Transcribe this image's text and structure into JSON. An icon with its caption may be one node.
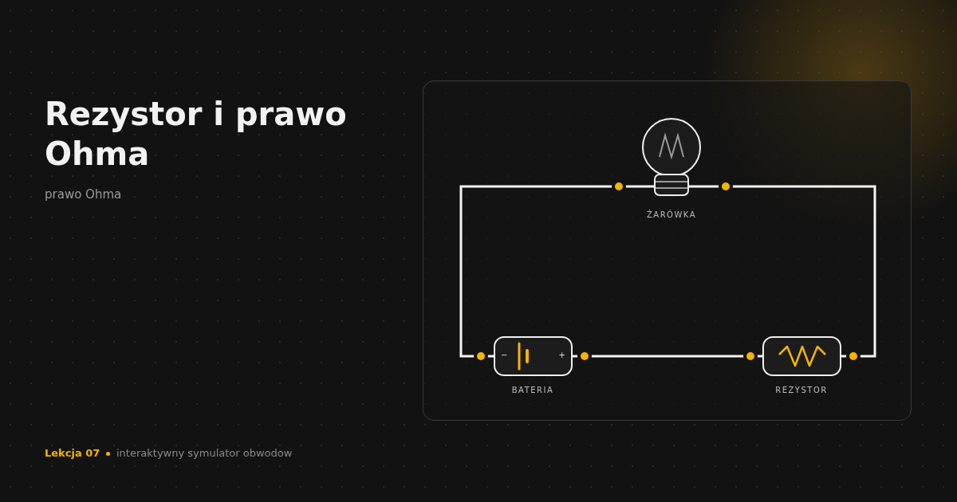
{
  "diagram": {
    "title": "Rezystor i prawo Ohma",
    "nodes": [
      {
        "text": [],
        "shape": "picture",
        "beside": [
          "ŻARÓWKA"
        ]
      },
      {
        "text": [
          "−",
          "+"
        ],
        "beside": [
          "BATERIA"
        ]
      },
      {
        "text": [],
        "shape": "picture",
        "beside": [
          "REZYSTOR"
        ]
      }
    ],
    "edges": [
      {
        "from": 1,
        "to": 2,
        "arrow": "none"
      },
      {
        "from": 2,
        "to": 0,
        "arrow": "none"
      },
      {
        "from": 0,
        "to": 1,
        "arrow": "none"
      }
    ],
    "labels": [
      "prawo Ohma",
      "Lekcja 07",
      "interaktywny symulator obwodow"
    ]
  }
}
